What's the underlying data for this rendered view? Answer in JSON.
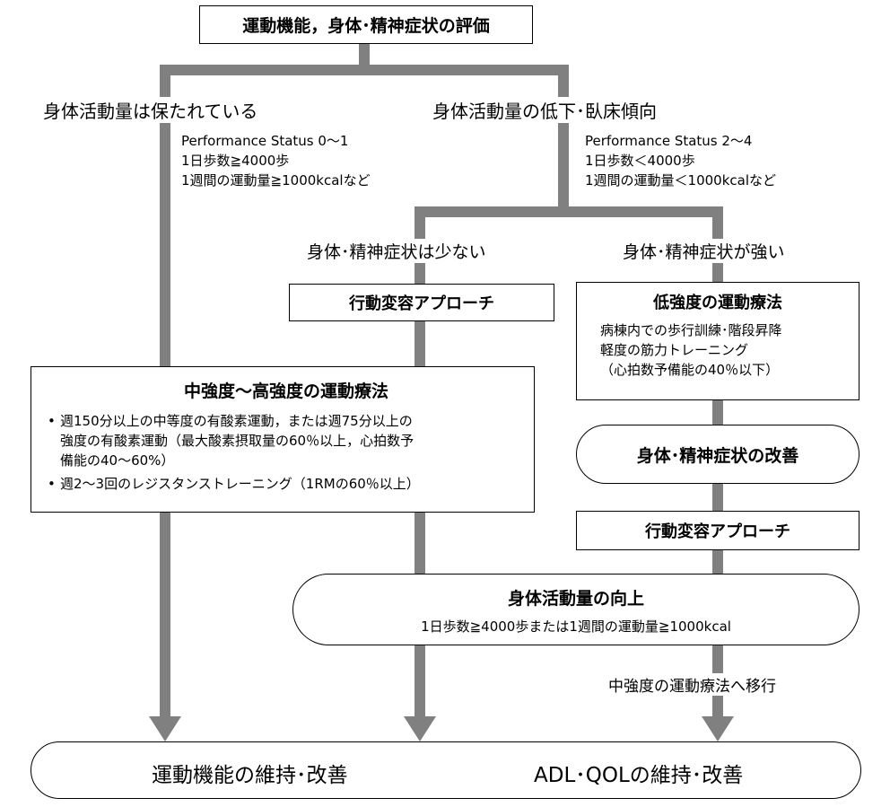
{
  "title_box": {
    "text": "運動機能，身体･精神症状の評価"
  },
  "left_branch": {
    "label": "身体活動量は保たれている",
    "criteria": [
      "Performance Status 0〜1",
      "1日歩数≧4000歩",
      "1週間の運動量≧1000kcalなど"
    ]
  },
  "right_branch": {
    "label": "身体活動量の低下･臥床傾向",
    "criteria": [
      "Performance Status 2〜4",
      "1日歩数＜4000歩",
      "1週間の運動量＜1000kcalなど"
    ]
  },
  "sub_left": {
    "label": "身体･精神症状は少ない"
  },
  "sub_right": {
    "label": "身体･精神症状が強い"
  },
  "behavior_box_1": {
    "text": "行動変容アプローチ"
  },
  "low_intensity": {
    "title": "低強度の運動療法",
    "lines": [
      "病棟内での歩行訓練･階段昇降",
      "軽度の筋力トレーニング",
      "（心拍数予備能の40％以下）"
    ]
  },
  "moderate_high": {
    "title": "中強度〜高強度の運動療法",
    "bullets": [
      [
        "週150分以上の中等度の有酸素運動，または週75分以上の",
        "強度の有酸素運動（最大酸素摂取量の60％以上，心拍数予",
        "備能の40〜60%）"
      ],
      [
        "週2〜3回のレジスタンストレーニング（1RMの60％以上）"
      ]
    ]
  },
  "symptom_improve": {
    "text": "身体･精神症状の改善"
  },
  "behavior_box_2": {
    "text": "行動変容アプローチ"
  },
  "activity_up": {
    "title": "身体活動量の向上",
    "subtitle": "1日歩数≧4000歩または1週間の運動量≧1000kcal"
  },
  "transition_label": {
    "text": "中強度の運動療法へ移行"
  },
  "bottom_box": {
    "left_text": "運動機能の維持･改善",
    "right_text": "ADL･QOLの維持･改善"
  }
}
